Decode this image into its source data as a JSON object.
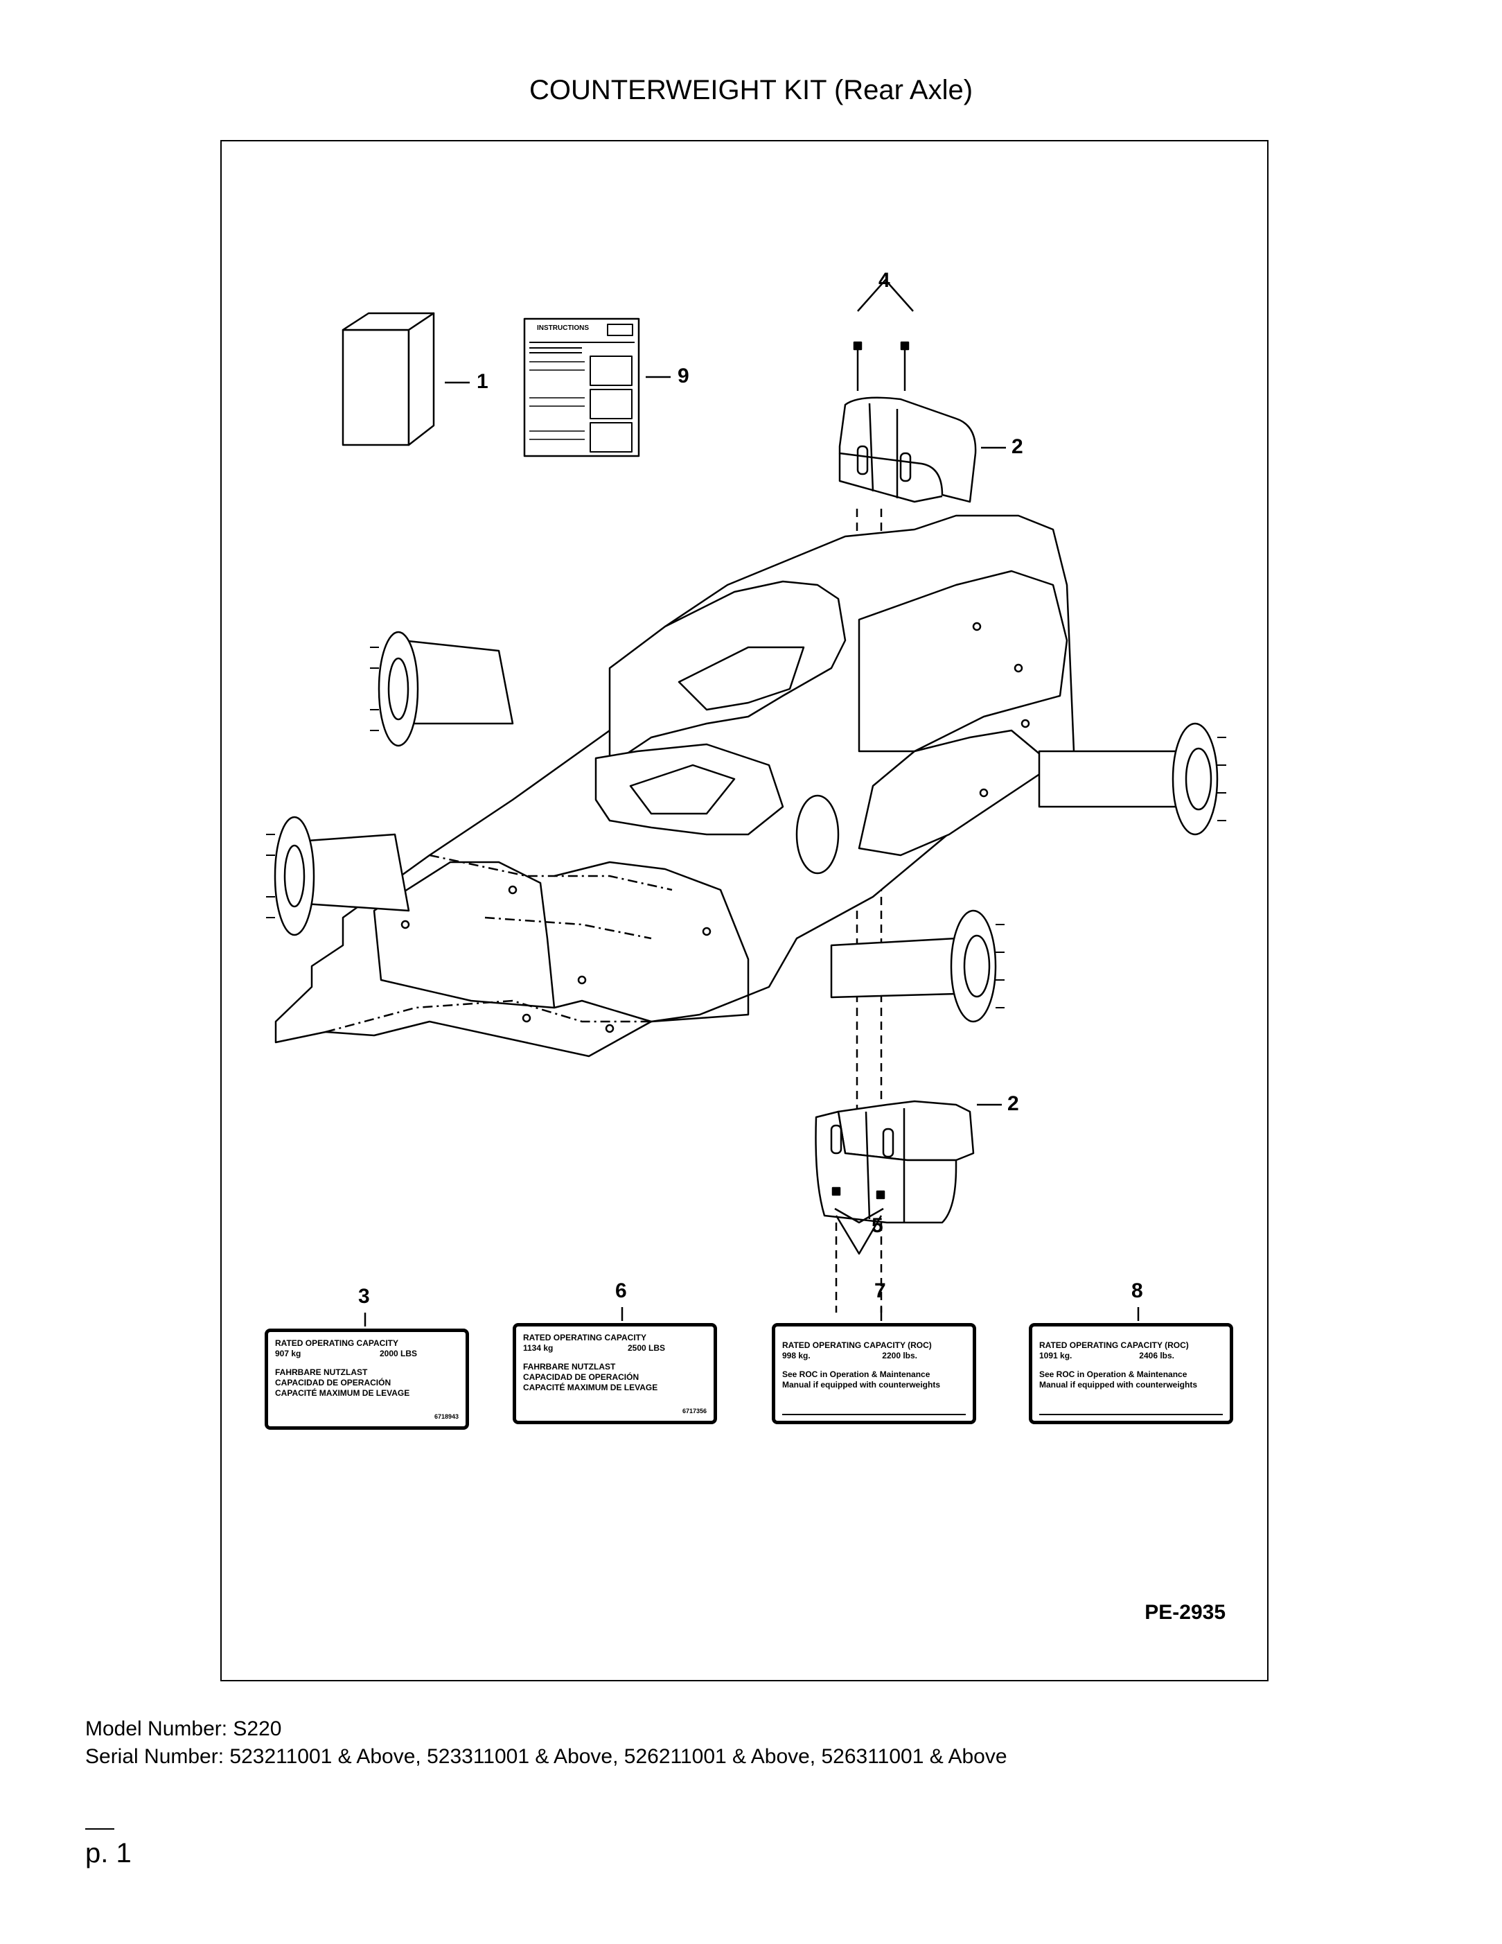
{
  "header": {
    "title": "COUNTERWEIGHT KIT (Rear Axle)"
  },
  "figure": {
    "code": "PE-2935",
    "callouts": {
      "c1": "1",
      "c9": "9",
      "c4": "4",
      "c2a": "2",
      "c2b": "2",
      "c5": "5",
      "c3": "3",
      "c6": "6",
      "c7": "7",
      "c8": "8"
    },
    "instructions_label": "INSTRUCTIONS",
    "decals": [
      {
        "line1": "RATED OPERATING CAPACITY",
        "kg": "907 kg",
        "lbs": "2000 LBS",
        "l3": "FAHRBARE NUTZLAST",
        "l4": "CAPACIDAD DE OPERACIÓN",
        "l5": "CAPACITÉ MAXIMUM DE LEVAGE",
        "pn": "6718943"
      },
      {
        "line1": "RATED OPERATING CAPACITY",
        "kg": "1134 kg",
        "lbs": "2500 LBS",
        "l3": "FAHRBARE NUTZLAST",
        "l4": "CAPACIDAD DE OPERACIÓN",
        "l5": "CAPACITÉ MAXIMUM DE LEVAGE",
        "pn": "6717356"
      },
      {
        "line1": "RATED OPERATING CAPACITY (ROC)",
        "kg": "998 kg.",
        "lbs": "2200 lbs.",
        "l3": "See ROC in Operation & Maintenance",
        "l4": "Manual if equipped with counterweights"
      },
      {
        "line1": "RATED OPERATING CAPACITY (ROC)",
        "kg": "1091 kg.",
        "lbs": "2406 lbs.",
        "l3": "See ROC in Operation & Maintenance",
        "l4": "Manual if equipped with counterweights"
      }
    ]
  },
  "footer": {
    "model": "Model Number: S220",
    "serial": "Serial Number: 523211001 & Above, 523311001 & Above, 526211001 & Above, 526311001 & Above",
    "page": "p. 1"
  }
}
